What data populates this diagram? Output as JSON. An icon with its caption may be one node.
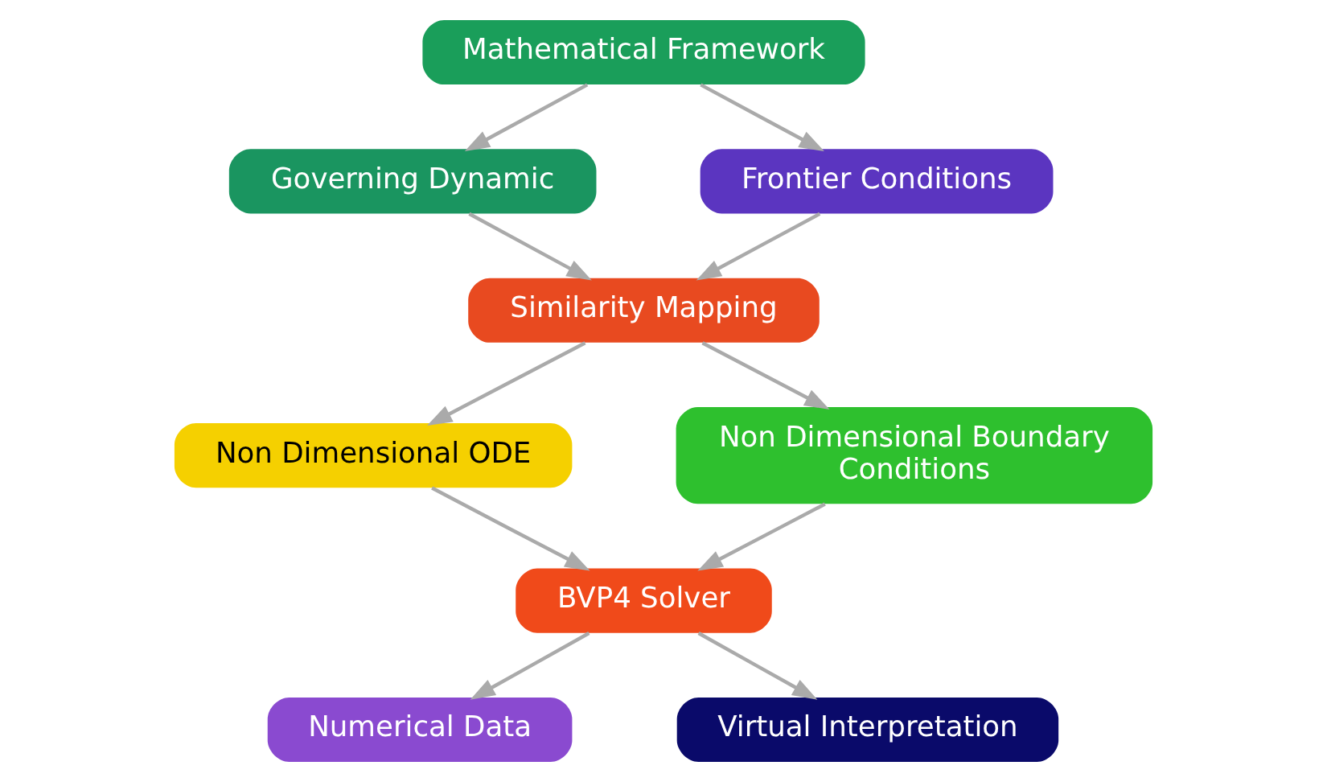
{
  "diagram": {
    "nodes": [
      {
        "text": [
          "Mathematical Framework"
        ]
      },
      {
        "text": [
          "Governing Dynamic"
        ]
      },
      {
        "text": [
          "Frontier Conditions"
        ]
      },
      {
        "text": [
          "Similarity Mapping"
        ]
      },
      {
        "text": [
          "Non Dimensional ODE"
        ]
      },
      {
        "text": [
          "Non Dimensional Boundary Conditions"
        ]
      },
      {
        "text": [
          "BVP4 Solver"
        ]
      },
      {
        "text": [
          "Numerical Data"
        ]
      },
      {
        "text": [
          "Virtual Interpretation"
        ]
      }
    ],
    "edges": [
      {
        "from": 0,
        "to": 1,
        "arrow": "to"
      },
      {
        "from": 0,
        "to": 2,
        "arrow": "to"
      },
      {
        "from": 1,
        "to": 3,
        "arrow": "to"
      },
      {
        "from": 2,
        "to": 3,
        "arrow": "to"
      },
      {
        "from": 3,
        "to": 4,
        "arrow": "to"
      },
      {
        "from": 3,
        "to": 5,
        "arrow": "to"
      },
      {
        "from": 4,
        "to": 6,
        "arrow": "to"
      },
      {
        "from": 5,
        "to": 6,
        "arrow": "to"
      },
      {
        "from": 6,
        "to": 7,
        "arrow": "to"
      },
      {
        "from": 6,
        "to": 8,
        "arrow": "to"
      }
    ]
  }
}
